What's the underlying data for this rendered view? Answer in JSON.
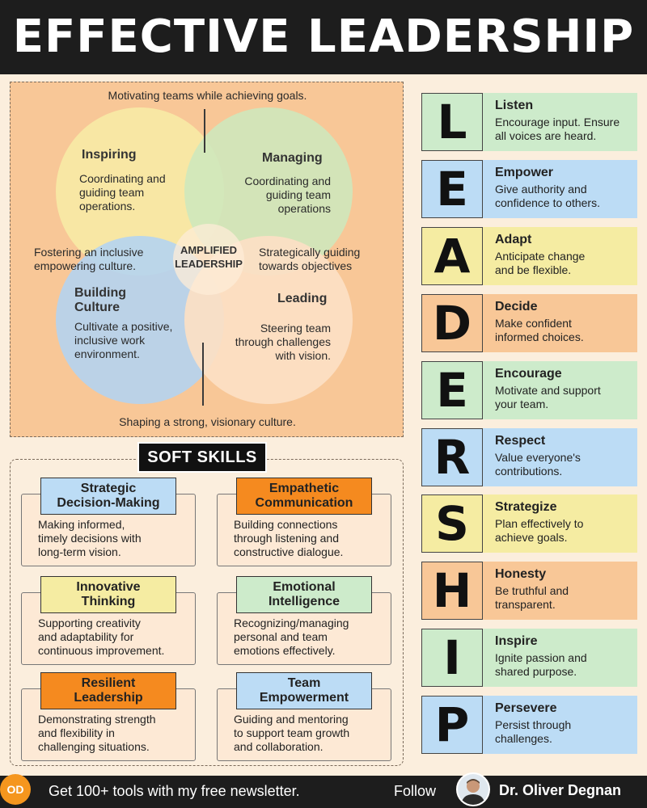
{
  "title": "EFFECTIVE LEADERSHIP",
  "venn": {
    "top_caption": "Motivating teams while achieving goals.",
    "bottom_caption": "Shaping a strong, visionary culture.",
    "center_line1": "AMPLIFIED",
    "center_line2": "LEADERSHIP",
    "left_middle": [
      "Fostering an inclusive",
      "empowering culture."
    ],
    "right_middle": [
      "Strategically guiding",
      "towards objectives"
    ],
    "inspiring": {
      "title": "Inspiring",
      "desc": [
        "Coordinating and",
        "guiding team",
        "operations."
      ]
    },
    "managing": {
      "title": "Managing",
      "desc": [
        "Coordinating and",
        "guiding team",
        "operations"
      ]
    },
    "building": {
      "title": [
        "Building",
        "Culture"
      ],
      "desc": [
        "Cultivate a positive,",
        "inclusive work",
        "environment."
      ]
    },
    "leading": {
      "title": "Leading",
      "desc": [
        "Steering team",
        "through challenges",
        "with vision."
      ]
    }
  },
  "soft_skills": {
    "title": "SOFT SKILLS",
    "items": [
      {
        "title": [
          "Strategic",
          "Decision-Making"
        ],
        "desc": [
          "Making informed,",
          "timely decisions with",
          "long-term vision."
        ],
        "color": "#bcdcf5"
      },
      {
        "title": [
          "Empathetic",
          "Communication"
        ],
        "desc": [
          "Building connections",
          "through listening and",
          "constructive dialogue."
        ],
        "color": "#f58a1f"
      },
      {
        "title": [
          "Innovative",
          "Thinking"
        ],
        "desc": [
          "Supporting creativity",
          "and adaptability for",
          "continuous improvement."
        ],
        "color": "#f5eca2"
      },
      {
        "title": [
          "Emotional",
          "Intelligence"
        ],
        "desc": [
          "Recognizing/managing",
          "personal and team",
          "emotions effectively."
        ],
        "color": "#cdebcb"
      },
      {
        "title": [
          "Resilient",
          "Leadership"
        ],
        "desc": [
          "Demonstrating strength",
          "and flexibility in",
          "challenging situations."
        ],
        "color": "#f58a1f"
      },
      {
        "title": [
          "Team",
          "Empowerment"
        ],
        "desc": [
          "Guiding and mentoring",
          "to support team growth",
          "and collaboration."
        ],
        "color": "#bcdcf5"
      }
    ]
  },
  "leadership": [
    {
      "letter": "L",
      "title": "Listen",
      "desc": [
        "Encourage input. Ensure",
        "all voices are heard."
      ],
      "color": "#cdebcb"
    },
    {
      "letter": "E",
      "title": "Empower",
      "desc": [
        "Give authority and",
        "confidence to others."
      ],
      "color": "#bcdcf5"
    },
    {
      "letter": "A",
      "title": "Adapt",
      "desc": [
        "Anticipate change",
        "and be flexible."
      ],
      "color": "#f5eca2"
    },
    {
      "letter": "D",
      "title": "Decide",
      "desc": [
        "Make confident",
        "informed choices."
      ],
      "color": "#f8c797"
    },
    {
      "letter": "E",
      "title": "Encourage",
      "desc": [
        "Motivate and support",
        "your team."
      ],
      "color": "#cdebcb"
    },
    {
      "letter": "R",
      "title": "Respect",
      "desc": [
        "Value everyone's",
        "contributions."
      ],
      "color": "#bcdcf5"
    },
    {
      "letter": "S",
      "title": "Strategize",
      "desc": [
        "Plan effectively to",
        "achieve goals."
      ],
      "color": "#f5eca2"
    },
    {
      "letter": "H",
      "title": "Honesty",
      "desc": [
        "Be truthful and",
        "transparent."
      ],
      "color": "#f8c797"
    },
    {
      "letter": "I",
      "title": "Inspire",
      "desc": [
        "Ignite passion and",
        "shared purpose."
      ],
      "color": "#cdebcb"
    },
    {
      "letter": "P",
      "title": "Persevere",
      "desc": [
        "Persist through",
        "challenges."
      ],
      "color": "#bcdcf5"
    }
  ],
  "footer": {
    "logo_text": "OD",
    "newsletter": "Get 100+ tools with my free newsletter.",
    "follow": "Follow",
    "author": "Dr. Oliver Degnan"
  }
}
